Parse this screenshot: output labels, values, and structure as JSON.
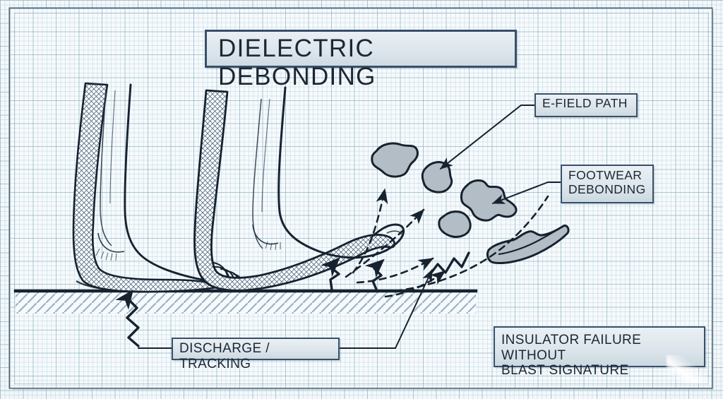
{
  "document": {
    "kind": "technical-blueprint-diagram",
    "surface": "graph-paper",
    "title": "DIELECTRIC DEBONDING"
  },
  "title_box": {
    "label": "DIELECTRIC DEBONDING"
  },
  "callouts": [
    {
      "id": "e-field-path",
      "label": "E-FIELD PATH",
      "points_to": "debris-fragment-upper"
    },
    {
      "id": "footwear-debonding",
      "label": "FOOTWEAR\nDEBONDING",
      "points_to": "debris-fragment-large"
    },
    {
      "id": "discharge-tracking",
      "label": "DISCHARGE / TRACKING",
      "points_to": "ground-surface"
    },
    {
      "id": "insulator-failure",
      "label": "INSULATOR FAILURE WITHOUT\nBLAST SIGNATURE",
      "points_to": null
    }
  ],
  "figure_elements": {
    "legs": "two bare legs and feet in cut-away / cross-hatched section view standing on a hatched ground plane",
    "ground_label": "hatched insulator ground plane",
    "debris_count": 5,
    "shoe": "detached shoe sole fragment, upper right",
    "discharge_marks": "zig-zag lightning tracking arcs rising from ground surface",
    "ejecta_arrows": "dashed trajectory arrows from foot toward debris"
  },
  "colors": {
    "paper": "#f4f8fa",
    "grid_minor": "#b8d0dc",
    "grid_major": "#9dbccd",
    "ink": "#1d2b3a",
    "box_fill": "#e4ecf1",
    "box_border": "#37506a",
    "debris_fill": "#b2bdc6",
    "debris_stroke": "#1d2b3a",
    "hatch": "#6d8ea3"
  }
}
